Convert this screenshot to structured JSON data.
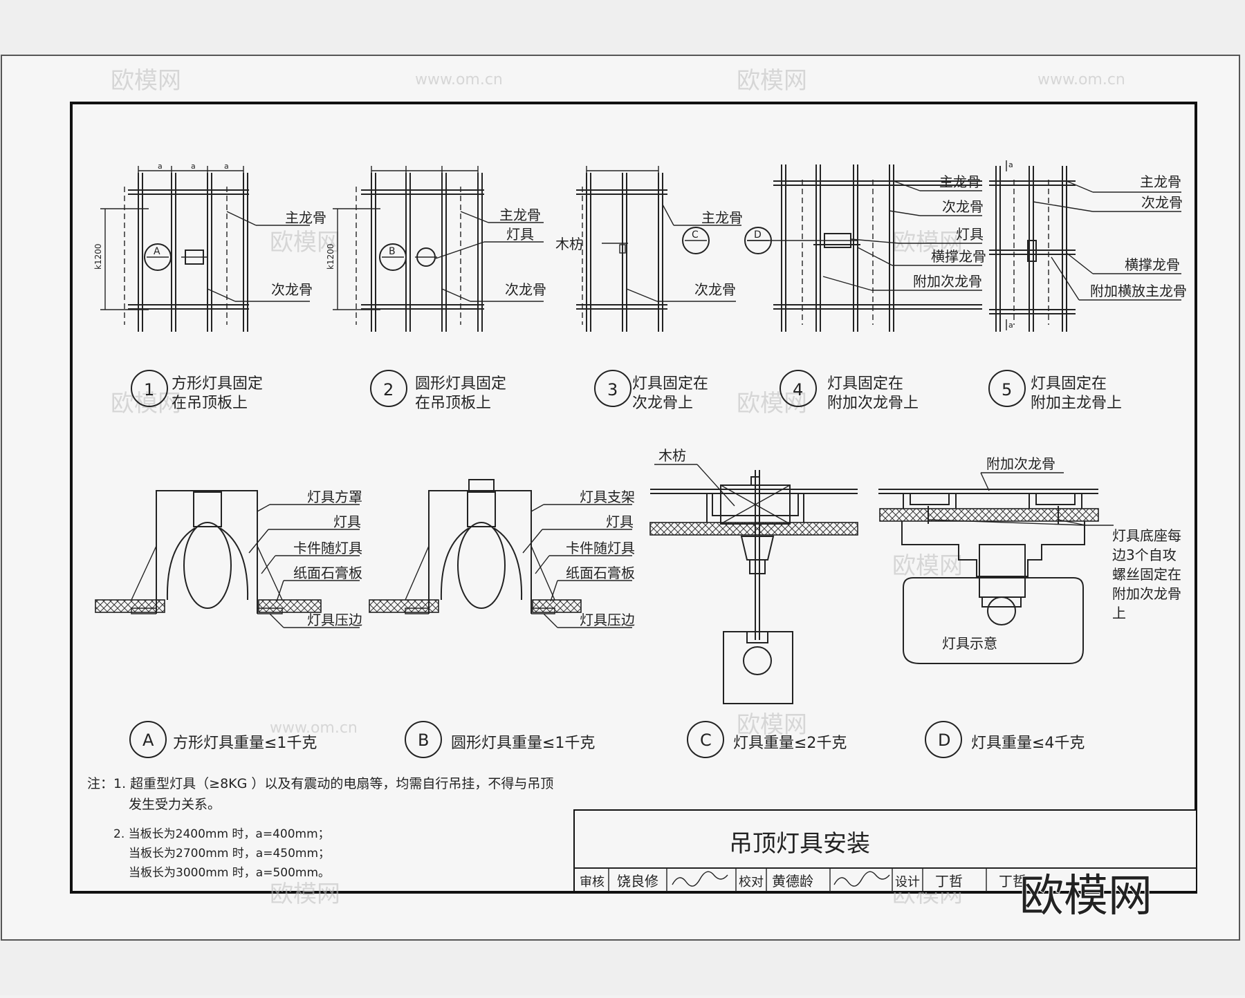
{
  "watermark": {
    "site": "www.om.cn",
    "brand": "欧模网"
  },
  "brand_logo": "欧模网",
  "labels": {
    "zhu_long_gu": "主龙骨",
    "ci_long_gu": "次龙骨",
    "deng_ju": "灯具",
    "mu_fang": "木枋",
    "heng_cheng_long_gu": "横撑龙骨",
    "fu_jia_ci_long_gu": "附加次龙骨",
    "fu_jia_heng_fang_zhu_long_gu": "附加横放主龙骨",
    "dim": "k1200",
    "dim_a": "a",
    "mark_a": "A",
    "mark_b": "B",
    "mark_c": "C",
    "mark_d": "D"
  },
  "plan_titles": [
    {
      "num": "1",
      "line1": "方形灯具固定",
      "line2": "在吊顶板上"
    },
    {
      "num": "2",
      "line1": "圆形灯具固定",
      "line2": "在吊顶板上"
    },
    {
      "num": "3",
      "line1": "灯具固定在",
      "line2": "次龙骨上"
    },
    {
      "num": "4",
      "line1": "灯具固定在",
      "line2": "附加次龙骨上"
    },
    {
      "num": "5",
      "line1": "灯具固定在",
      "line2": "附加主龙骨上"
    }
  ],
  "section_a_labels": [
    "灯具方罩",
    "灯具",
    "卡件随灯具",
    "纸面石膏板",
    "灯具压边"
  ],
  "section_b_labels": [
    "灯具支架",
    "灯具",
    "卡件随灯具",
    "纸面石膏板",
    "灯具压边"
  ],
  "section_c_labels": {
    "wood": "木枋"
  },
  "section_d_labels": {
    "extra_joist": "附加次龙骨",
    "note": [
      "灯具底座每",
      "边3个自攻",
      "螺丝固定在",
      "附加次龙骨",
      "上"
    ],
    "fixture": "灯具示意"
  },
  "section_titles": [
    {
      "mark": "A",
      "text": "方形灯具重量≤1千克"
    },
    {
      "mark": "B",
      "text": "圆形灯具重量≤1千克"
    },
    {
      "mark": "C",
      "text": "灯具重量≤2千克"
    },
    {
      "mark": "D",
      "text": "灯具重量≤4千克"
    }
  ],
  "notes": {
    "n1_line1": "注：1. 超重型灯具（≥8KG ）以及有震动的电扇等，均需自行吊挂，不得与吊顶",
    "n1_line2": "发生受力关系。",
    "n2_line1": "2. 当板长为2400mm      时，a=400mm；",
    "n2_line2": "当板长为2700mm      时，a=450mm；",
    "n2_line3": "当板长为3000mm      时，a=500mm。"
  },
  "title_block": {
    "title": "吊顶灯具安装",
    "review_label": "审核",
    "review_name": "饶良修",
    "check_label": "校对",
    "check_name": "黄德龄",
    "design_label": "设计",
    "design_name": "丁哲",
    "design_name2": "丁哲"
  }
}
